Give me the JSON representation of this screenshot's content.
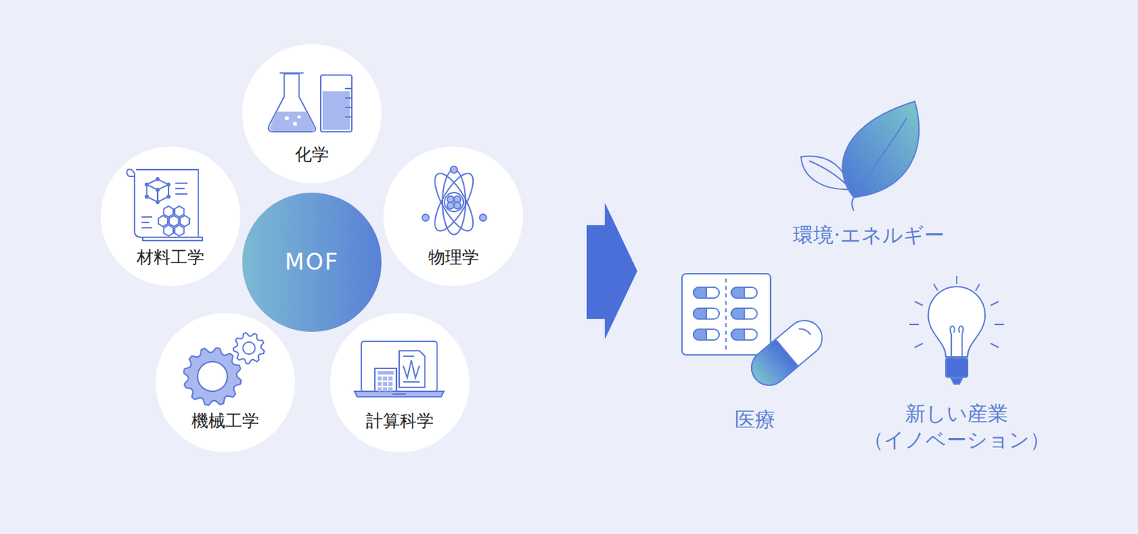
{
  "diagram": {
    "nodes": [
      {
        "text": [
          "化学"
        ]
      },
      {
        "text": [
          "材料工学"
        ]
      },
      {
        "text": [
          "MOF"
        ]
      },
      {
        "text": [
          "物理学"
        ]
      },
      {
        "text": [
          "機械工学"
        ]
      },
      {
        "text": [
          "計算科学"
        ]
      }
    ],
    "labels": [
      "環境·エネルギー",
      "医療",
      "新しい産業 （イノベーション）"
    ]
  }
}
